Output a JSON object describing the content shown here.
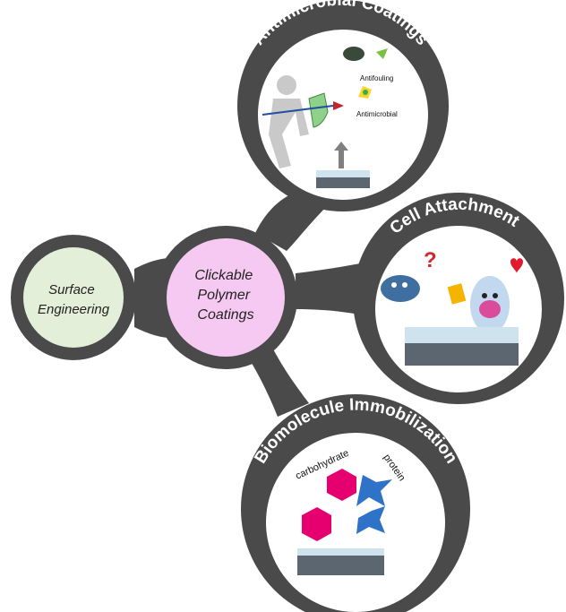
{
  "hubs": {
    "center": {
      "lines": [
        "Clickable",
        "Polymer",
        "Coatings"
      ],
      "color": "#f6c9f2"
    },
    "left": {
      "lines": [
        "Surface",
        "Engineering"
      ],
      "color": "#e3efd8"
    }
  },
  "panels": {
    "antimicrobial": {
      "title": "Antimicrobial Coatings",
      "labels": {
        "antifouling": "Antifouling",
        "antimicrobial": "Antimicrobial"
      }
    },
    "cell": {
      "title": "Cell Attachment",
      "question": "?"
    },
    "biomolecule": {
      "title": "Biomolecule Immobilization",
      "labels": {
        "carbohydrate": "carbohydrate",
        "protein": "protein"
      }
    }
  },
  "colors": {
    "frame": "#4a4a4a",
    "substrate": "#cfe3ef",
    "base": "#5c6670",
    "pink": "#e6006f",
    "blue": "#2f73c8"
  }
}
